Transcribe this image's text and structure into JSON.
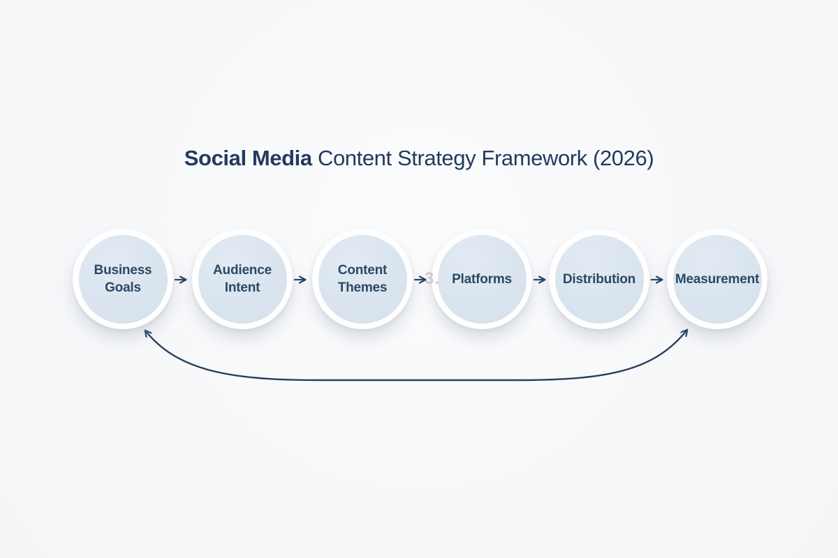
{
  "title": {
    "part1": "Social Media",
    "part2": " Content Strategy Framework (2026)"
  },
  "nodes": [
    {
      "label": "Business Goals",
      "line1": "Business",
      "line2": "Goals"
    },
    {
      "label": "Audience Intent",
      "line1": "Audience",
      "line2": "Intent"
    },
    {
      "label": "Content Themes",
      "line1": "Content",
      "line2": "Themes"
    },
    {
      "label": "Platforms",
      "line1": "Platforms",
      "line2": ""
    },
    {
      "label": "Distribution",
      "line1": "Distribution",
      "line2": ""
    },
    {
      "label": "Measurement",
      "line1": "Measurement",
      "line2": ""
    }
  ],
  "flow": {
    "sequence": [
      "Business Goals",
      "Audience Intent",
      "Content Themes",
      "Platforms",
      "Distribution",
      "Measurement"
    ],
    "feedback_loop": "Measurement ↔ Business Goals"
  },
  "artifact": {
    "ghost_text": "3."
  },
  "colors": {
    "background": "#f7f8fa",
    "node_fill": "#dae4ee",
    "node_ring": "#fefefe",
    "node_text": "#2b4866",
    "arrow": "#24405f",
    "title_text": "#233a5e",
    "ghost_text": "#b7a6a4"
  }
}
